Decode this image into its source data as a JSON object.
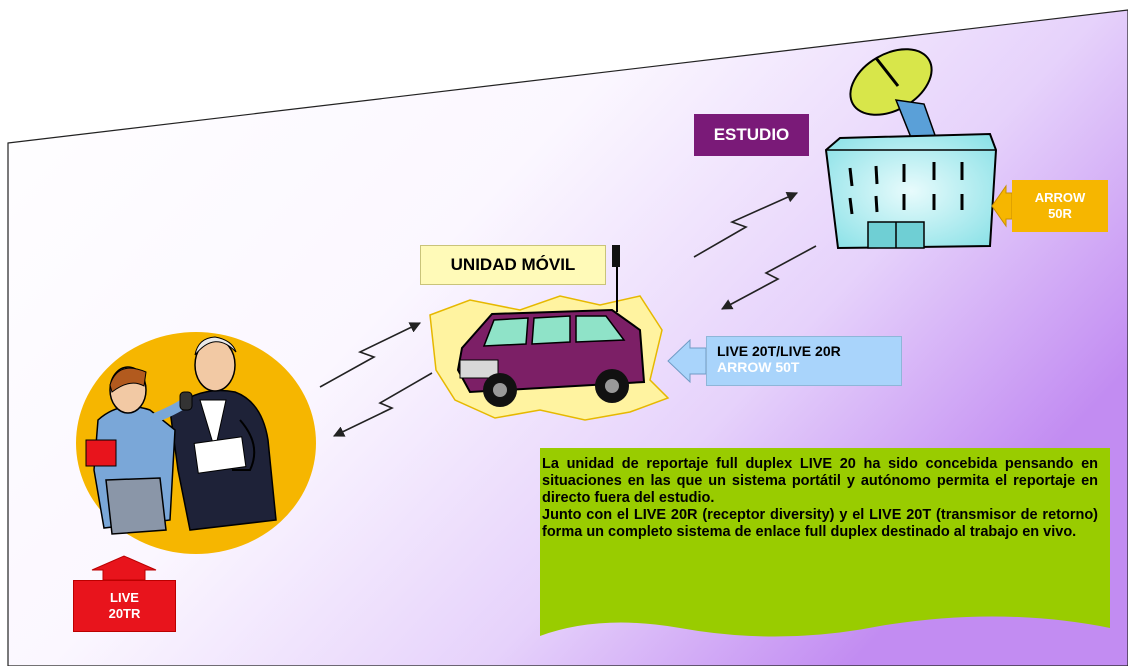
{
  "labels": {
    "estudio": "ESTUDIO",
    "unidad_movil": "UNIDAD MÓVIL",
    "live_line1": "LIVE 20T/LIVE 20R",
    "live_line2": "ARROW 50T",
    "arrow50r_line1": "ARROW",
    "arrow50r_line2": "50R",
    "live20tr_line1": "LIVE",
    "live20tr_line2": "20TR"
  },
  "description": {
    "paragraph1": "La unidad de reportaje full duplex LIVE 20 ha sido concebida pensando en situaciones en las que un sistema portátil y autónomo permita el reportaje en directo fuera del estudio.",
    "paragraph2": "Junto con el LIVE 20R (receptor diversity) y el LIVE 20T (transmisor de retorno) forma un completo sistema de enlace full duplex destinado al trabajo en vivo."
  },
  "colors": {
    "estudio_bg": "#7a1a78",
    "unidad_bg": "#fffab8",
    "live_bg": "#a9d4fb",
    "arrow50r_bg": "#f6b600",
    "live20tr_bg": "#e8141c",
    "description_bg": "#99cc00",
    "background_gradient_end": "#c28cf2"
  }
}
